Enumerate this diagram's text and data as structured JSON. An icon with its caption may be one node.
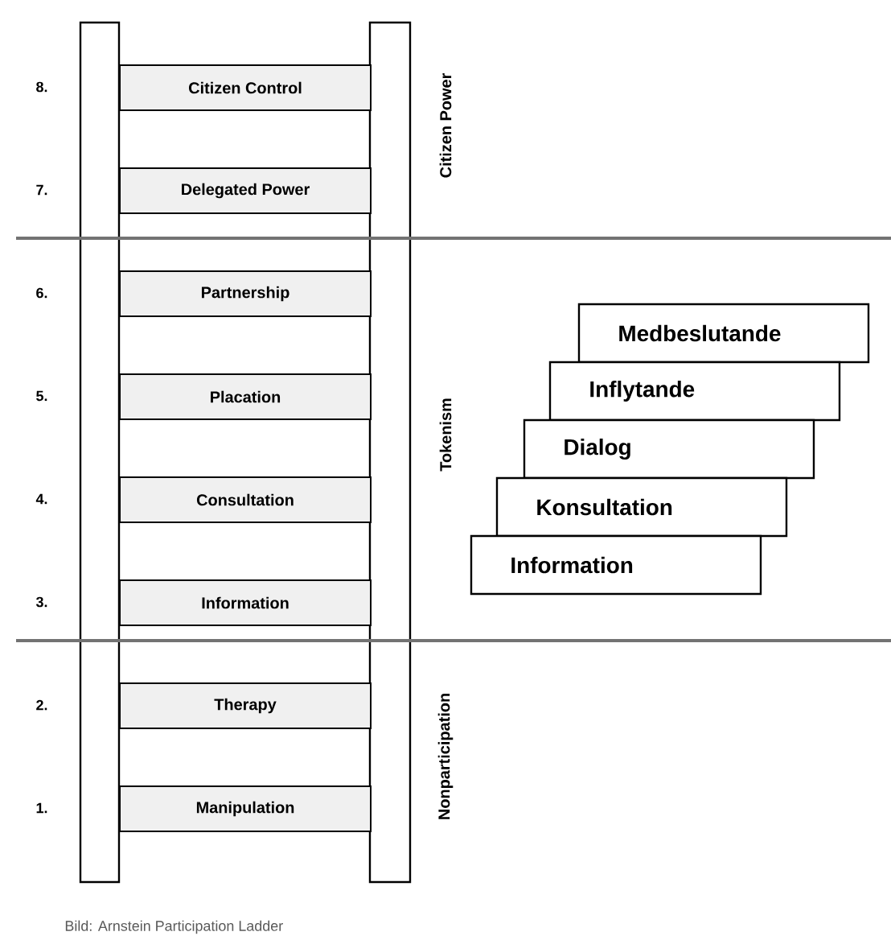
{
  "diagram": {
    "caption": "Bild: Arnstein Participation Ladder",
    "nodes": [
      {
        "text": [
          "Citizen Control"
        ]
      },
      {
        "text": [
          "Delegated Power"
        ]
      },
      {
        "text": [
          "Partnership"
        ]
      },
      {
        "text": [
          "Placation"
        ]
      },
      {
        "text": [
          "Consultation"
        ]
      },
      {
        "text": [
          "Information"
        ]
      },
      {
        "text": [
          "Therapy"
        ]
      },
      {
        "text": [
          "Manipulation"
        ]
      },
      {
        "text": [
          "Medbeslutande"
        ]
      },
      {
        "text": [
          "Inflytande"
        ]
      },
      {
        "text": [
          "Dialog"
        ]
      },
      {
        "text": [
          "Konsultation"
        ]
      },
      {
        "text": [
          "Information"
        ]
      }
    ],
    "labels": [
      "8.",
      "7.",
      "6.",
      "5.",
      "4.",
      "3.",
      "2.",
      "1.",
      "Citizen Power",
      "Tokenism",
      "Nonparticipation"
    ]
  }
}
